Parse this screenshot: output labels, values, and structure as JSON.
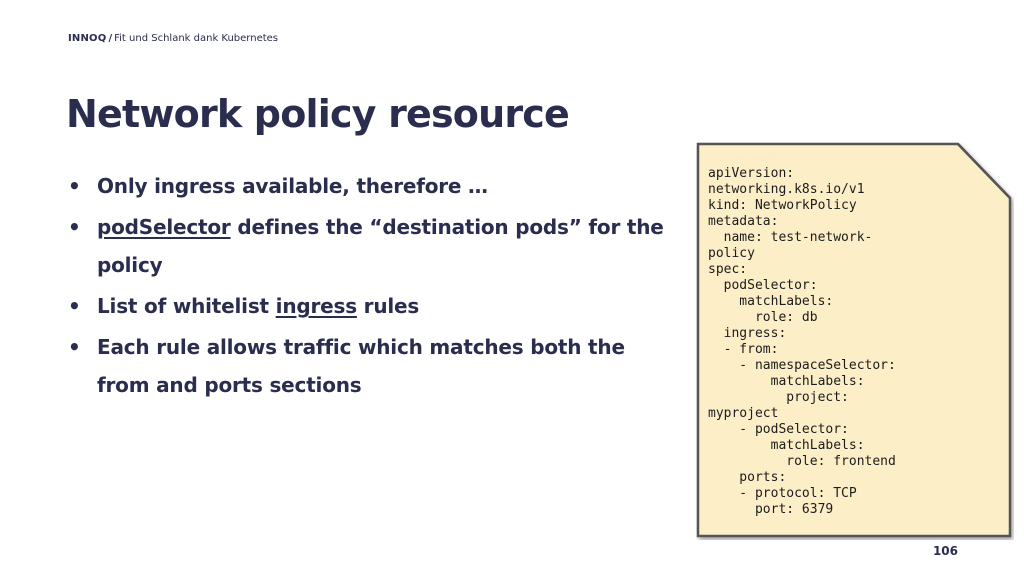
{
  "header": {
    "brand": "INNOQ",
    "separator": "/",
    "subtitle": "Fit und Schlank dank Kubernetes"
  },
  "slide": {
    "title": "Network policy resource",
    "page_number": "106"
  },
  "bullets": [
    {
      "text": "Only ingress available, therefore …"
    },
    {
      "underlined": "podSelector",
      "rest": " defines the “destination pods” for the policy"
    },
    {
      "prefix": "List of whitelist ",
      "underlined": "ingress",
      "rest": " rules"
    },
    {
      "text": "Each rule allows traffic which matches both the from and ports sections"
    }
  ],
  "code_note": {
    "text": "apiVersion:\nnetworking.k8s.io/v1\nkind: NetworkPolicy\nmetadata:\n  name: test-network-\npolicy\nspec:\n  podSelector:\n    matchLabels:\n      role: db\n  ingress:\n  - from:\n    - namespaceSelector:\n        matchLabels:\n          project:\nmyproject\n    - podSelector:\n        matchLabels:\n          role: frontend\n    ports:\n    - protocol: TCP\n      port: 6379",
    "fill_color": "#fcefc8",
    "border_color": "#555555"
  }
}
